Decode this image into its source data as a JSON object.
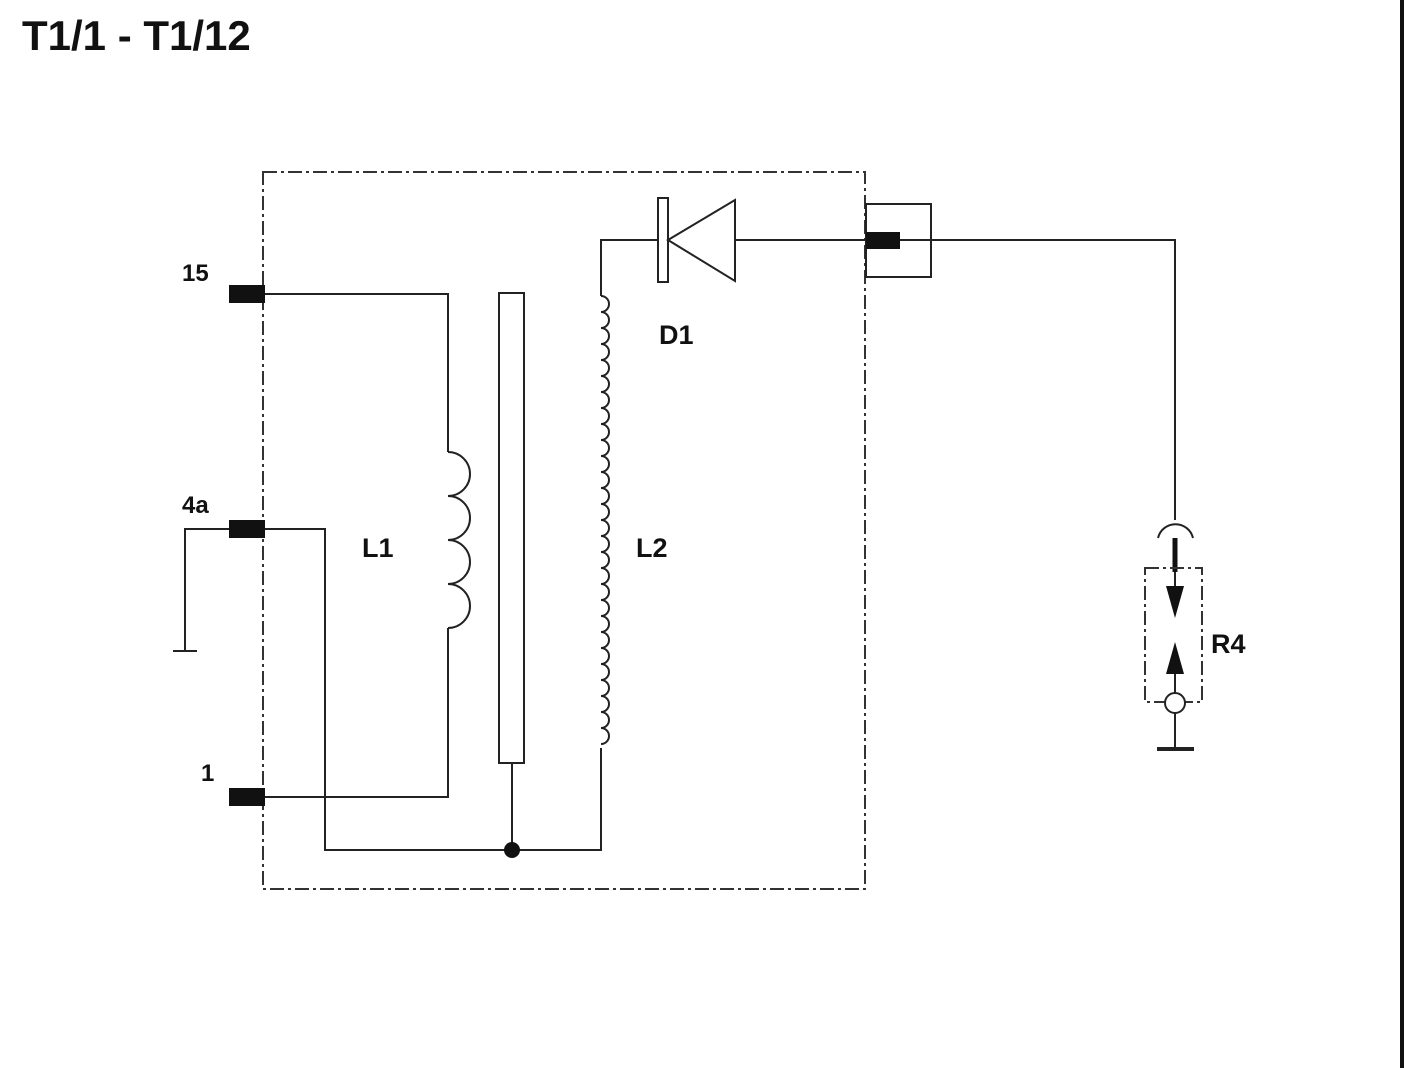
{
  "title": "T1/1 - T1/12",
  "labels": {
    "terminal_15": "15",
    "terminal_4a": "4a",
    "terminal_1": "1",
    "coil_l1": "L1",
    "coil_l2": "L2",
    "diode_d1": "D1",
    "sensor_r4": "R4"
  },
  "colors": {
    "ink": "#222222",
    "background": "#ffffff"
  }
}
